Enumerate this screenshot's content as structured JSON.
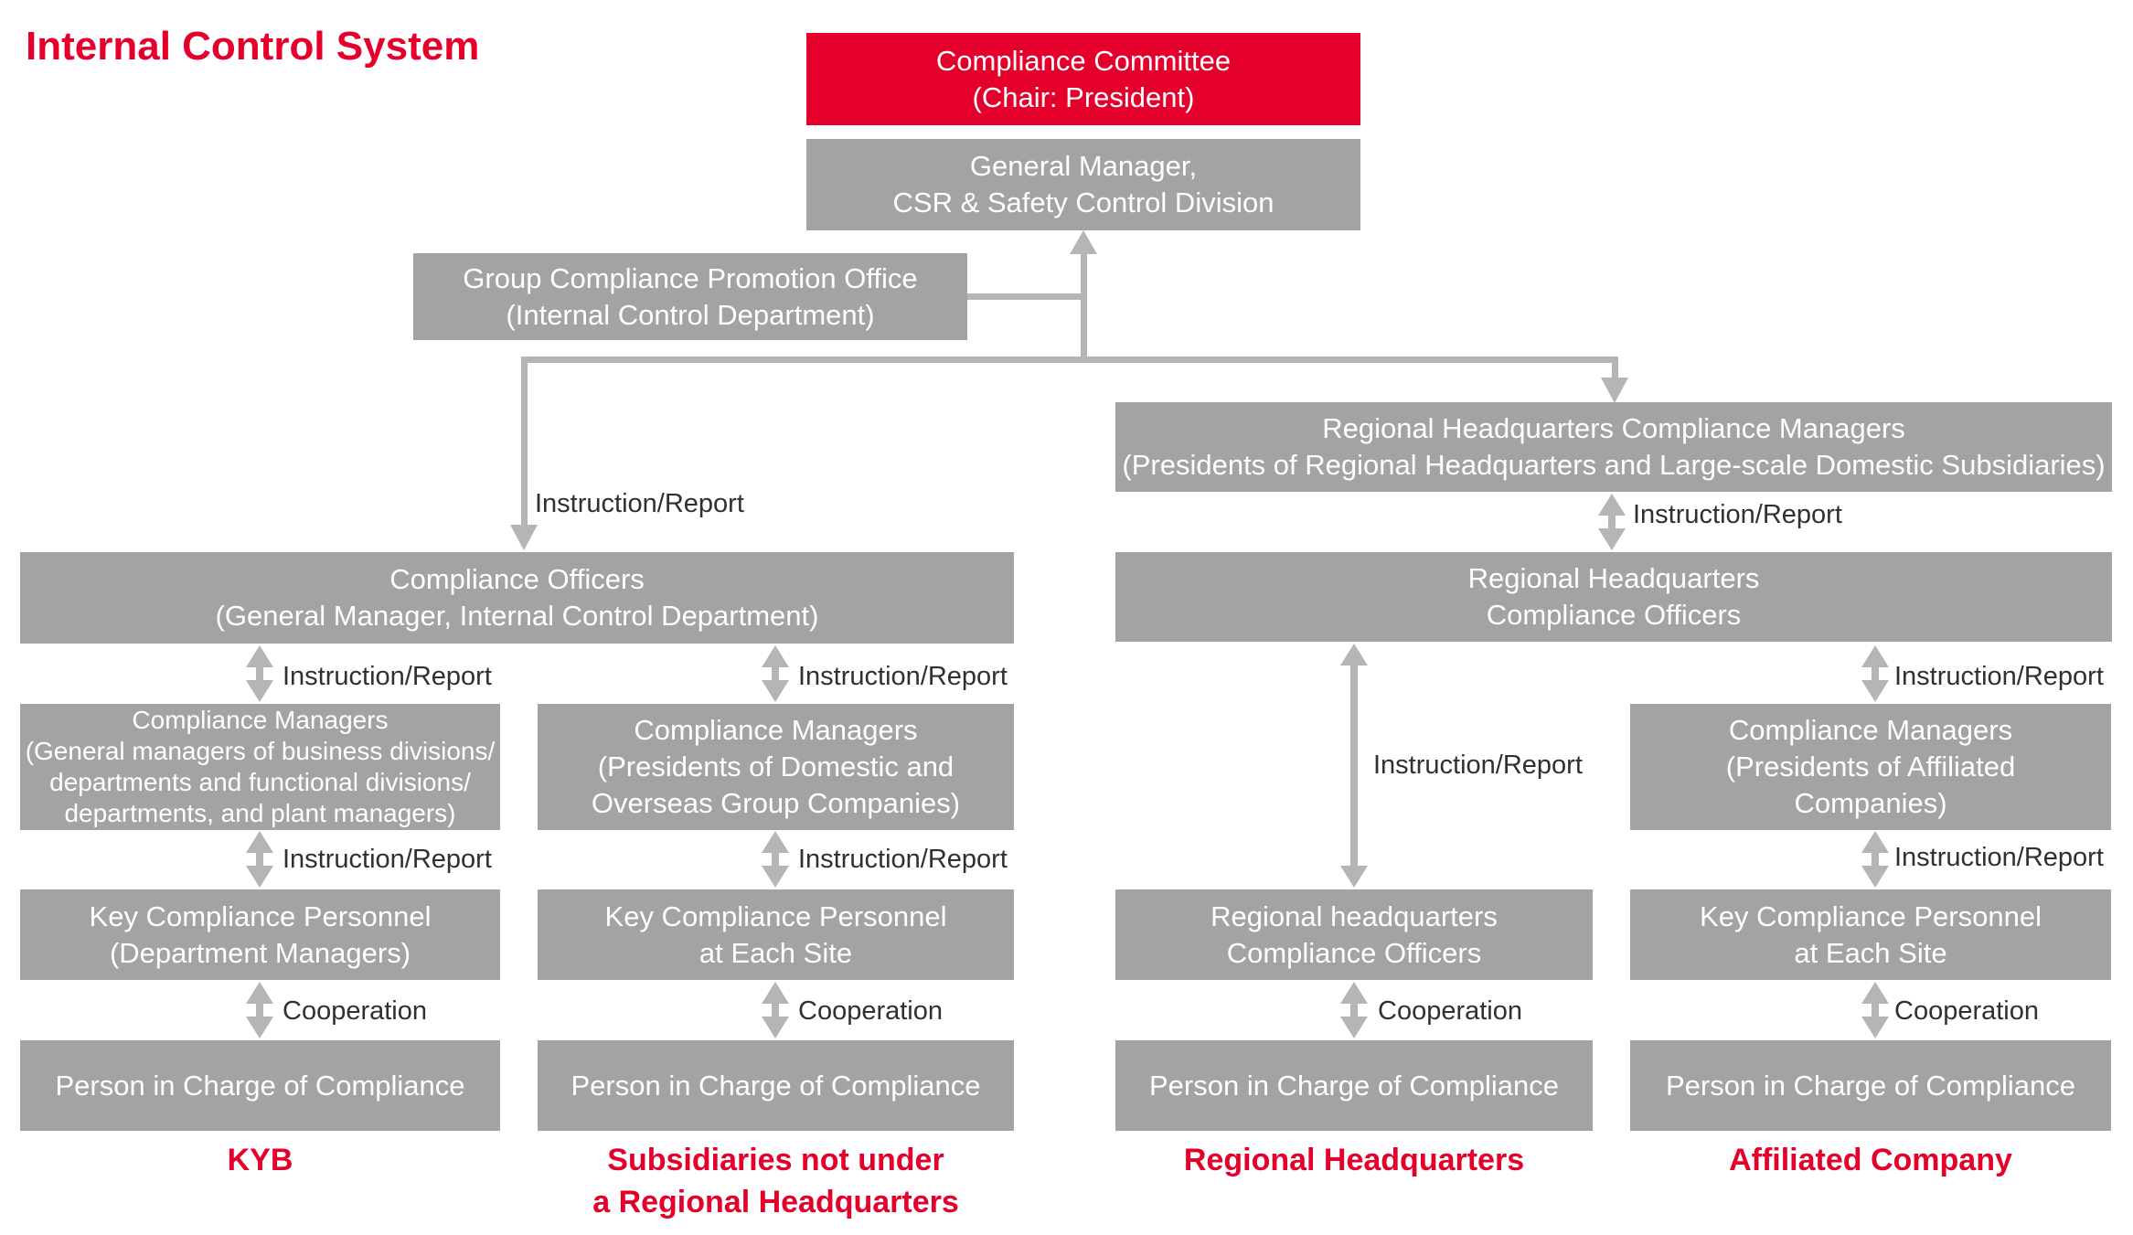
{
  "title": "Internal Control System",
  "palette": {
    "red": "#e4002b",
    "box_gray": "#a3a3a3",
    "arrow_gray": "#b5b5b5",
    "label_text": "#332f2d",
    "box_text": "#ffffff"
  },
  "boxes": {
    "compliance_committee": "Compliance Committee\n(Chair: President)",
    "general_manager": "General Manager,\nCSR & Safety Control Division",
    "group_compliance_office": "Group Compliance Promotion Office\n(Internal Control Department)",
    "compliance_officers": "Compliance Officers\n(General Manager, Internal Control Department)",
    "rhq_compliance_managers": "Regional Headquarters Compliance Managers\n(Presidents of Regional Headquarters and Large-scale Domestic Subsidiaries)",
    "rhq_compliance_officers": "Regional Headquarters\nCompliance Officers",
    "cm_kyb": "Compliance Managers\n(General managers of business divisions/\ndepartments and functional divisions/\ndepartments, and plant managers)",
    "cm_subsidiaries": "Compliance Managers\n(Presidents of Domestic and\nOverseas Group Companies)",
    "cm_affiliated": "Compliance Managers\n(Presidents of Affiliated\nCompanies)",
    "kcp_kyb": "Key Compliance Personnel\n(Department Managers)",
    "kcp_site": "Key Compliance Personnel\nat Each Site",
    "rhq_co_site": "Regional headquarters\nCompliance Officers",
    "person_in_charge": "Person in Charge of Compliance"
  },
  "flow_labels": {
    "instruction_report": "Instruction/Report",
    "cooperation": "Cooperation"
  },
  "column_labels": {
    "kyb": "KYB",
    "subsidiaries": "Subsidiaries not under\na Regional Headquarters",
    "regional_hq": "Regional Headquarters",
    "affiliated": "Affiliated Company"
  }
}
